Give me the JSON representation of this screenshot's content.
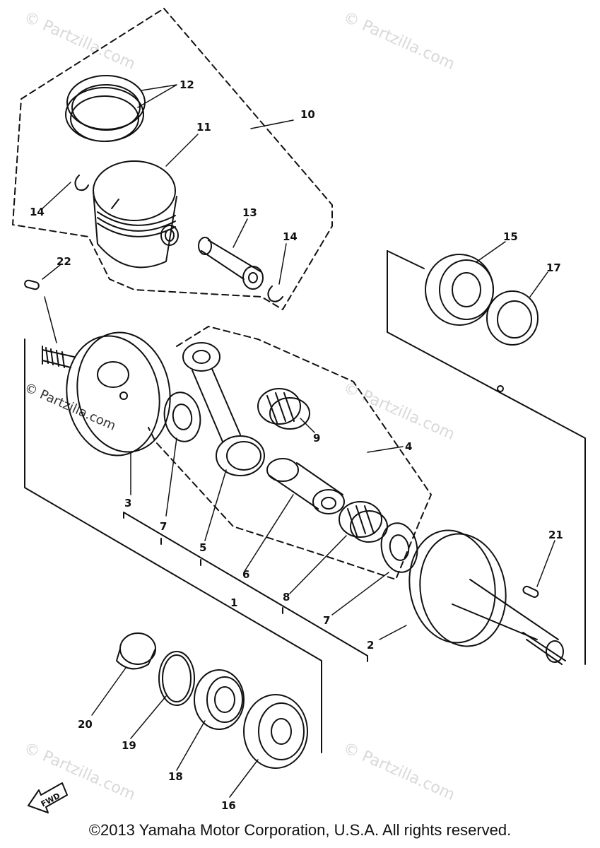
{
  "watermark": "© Partzilla.com",
  "fwd_label": "FWD",
  "callouts": {
    "c1": "1",
    "c2": "2",
    "c3": "3",
    "c4": "4",
    "c5": "5",
    "c6": "6",
    "c7a": "7",
    "c7b": "7",
    "c8": "8",
    "c9": "9",
    "c10": "10",
    "c11": "11",
    "c12": "12",
    "c13": "13",
    "c14a": "14",
    "c14b": "14",
    "c15": "15",
    "c16": "16",
    "c17": "17",
    "c18": "18",
    "c19": "19",
    "c20": "20",
    "c21": "21",
    "c22": "22"
  },
  "copyright": "©2013 Yamaha Motor Corporation, U.S.A. All rights reserved."
}
